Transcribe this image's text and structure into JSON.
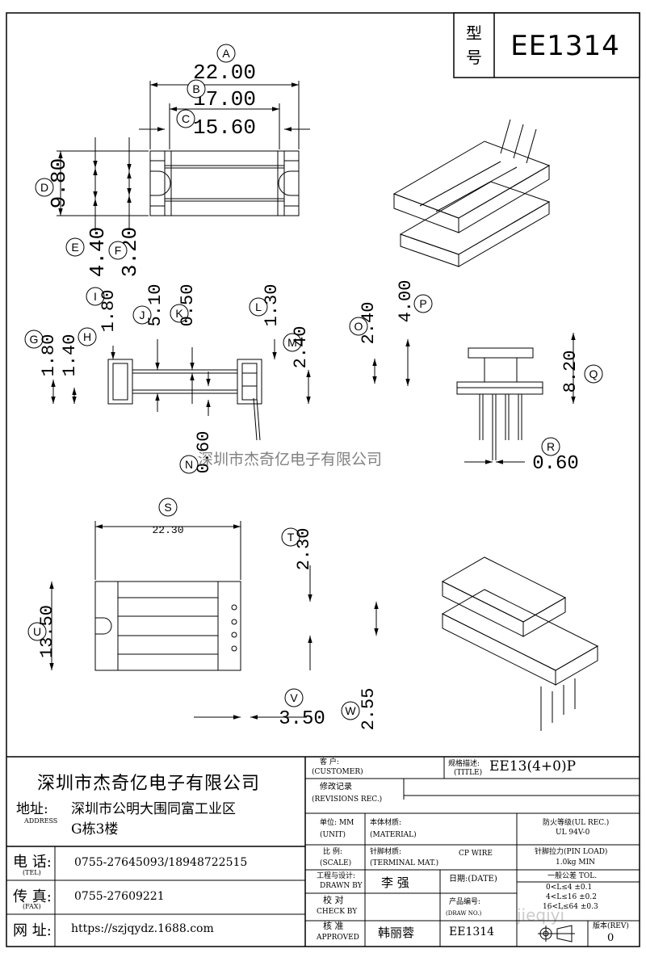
{
  "title_block": {
    "model_label": "型号",
    "model": "EE1314",
    "company": "深圳市杰奇亿电子有限公司",
    "address_label": "地址:",
    "address_label_en": "ADDRESS",
    "address_line1": "深圳市公明大围同富工业区",
    "address_line2": "G栋3楼",
    "tel_label": "电 话:",
    "tel_label_en": "(TEL)",
    "tel": "0755-27645093/18948722515",
    "fax_label": "传 真:",
    "fax_label_en": "(FAX)",
    "fax": "0755-27609221",
    "web_label": "网 址:",
    "web": "https://szjqydz.1688.com",
    "customer_label": "客 户:",
    "customer_label_en": "(CUSTOMER)",
    "spec_label": "规格描述:",
    "spec_label_en": "(TITLE)",
    "spec": "EE13(4+0)P",
    "revision_label": "修改记录",
    "revision_label_en": "(REVISIONS REC.)",
    "unit_label": "单位: MM",
    "unit_label_en": "(UNIT)",
    "material_label": "本体材质:",
    "material_label_en": "(MATERIAL)",
    "fire_label": "防火等级(UL REC.)",
    "fire_value": "UL 94V-0",
    "scale_label": "比 例:",
    "scale_label_en": "(SCALE)",
    "terminal_label": "针脚材质:",
    "terminal_label_en": "(TERMINAL MAT.)",
    "terminal_value": "CP WIRE",
    "pin_load_label": "针脚拉力(PIN LOAD)",
    "pin_load_value": "1.0kg MIN",
    "drawn_label": "工程与设计:",
    "drawn_label_en": "DRAWN BY",
    "drawn_by": "李 强",
    "date_label": "日期:(DATE)",
    "tol_title": "一般公差 TOL.",
    "tol_rows": [
      "0<L≤4  ±0.1",
      "4<L≤16 ±0.2",
      "16<L≤64 ±0.3"
    ],
    "check_label": "校 对",
    "check_label_en": "CHECK BY",
    "drawing_no_label": "产品编号:",
    "drawing_no_label_en": "(DRAW NO.)",
    "drawing_no": "EE1314",
    "approved_label": "核 准",
    "approved_label_en": "APPROVED",
    "approved_by": "韩丽蓉",
    "rev_label": "版本(REV)",
    "rev": "0"
  },
  "watermark": "深圳市杰奇亿电子有限公司",
  "watermark2": "jieqiyi",
  "dimensions": [
    {
      "id": "A",
      "value": "22.00"
    },
    {
      "id": "B",
      "value": "17.00"
    },
    {
      "id": "C",
      "value": "15.60"
    },
    {
      "id": "D",
      "value": "9.80"
    },
    {
      "id": "E",
      "value": "4.40"
    },
    {
      "id": "F",
      "value": "3.20"
    },
    {
      "id": "G",
      "value": "1.80"
    },
    {
      "id": "H",
      "value": "1.40"
    },
    {
      "id": "I",
      "value": "1.80"
    },
    {
      "id": "J",
      "value": "5.10"
    },
    {
      "id": "K",
      "value": "0.50"
    },
    {
      "id": "L",
      "value": "1.30"
    },
    {
      "id": "M",
      "value": "2.40"
    },
    {
      "id": "N",
      "value": "0.60"
    },
    {
      "id": "O",
      "value": "2.40"
    },
    {
      "id": "P",
      "value": "4.00"
    },
    {
      "id": "Q",
      "value": "8.20"
    },
    {
      "id": "R",
      "value": "0.60"
    },
    {
      "id": "S",
      "value": "22.30"
    },
    {
      "id": "T",
      "value": "2.30"
    },
    {
      "id": "U",
      "value": "13.50"
    },
    {
      "id": "V",
      "value": "3.50"
    },
    {
      "id": "W",
      "value": "2.55"
    }
  ]
}
